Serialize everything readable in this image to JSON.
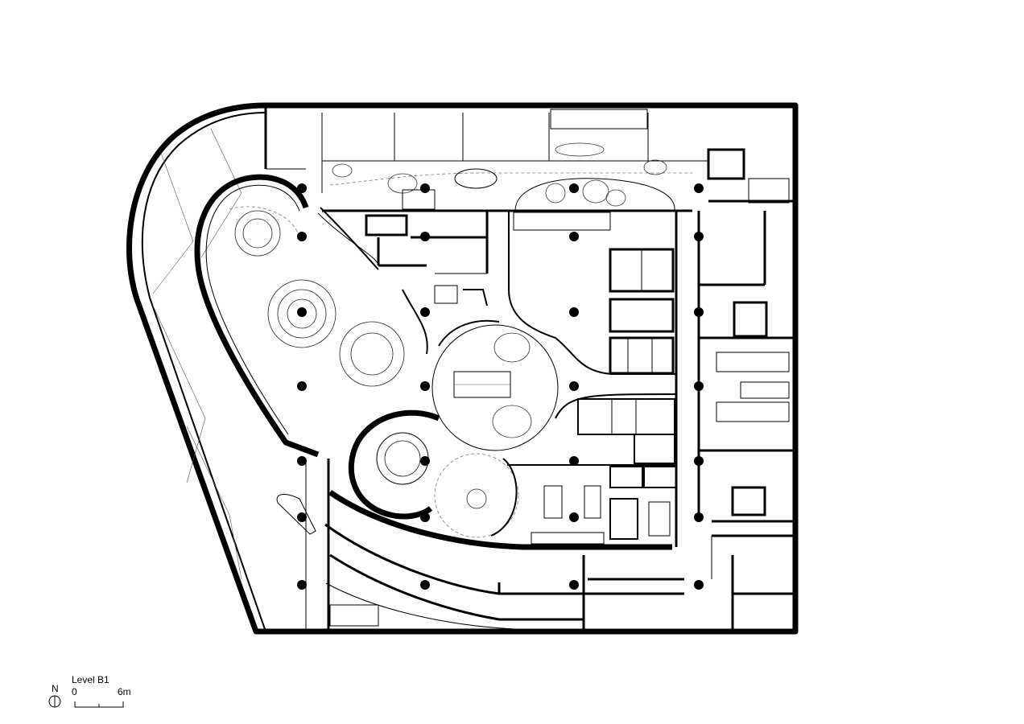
{
  "drawing": {
    "level_label": "Level B1",
    "north_label": "N",
    "scale_start": "0",
    "scale_end": "6m"
  }
}
